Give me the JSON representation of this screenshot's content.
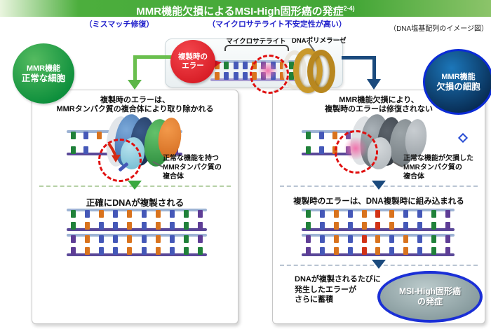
{
  "header": {
    "title": "MMR機能欠損によるMSI-High固形癌の発症",
    "ref": "2-4)"
  },
  "subtitles": {
    "mismatch": "（ミスマッチ修復）",
    "msi_high": "（マイクロサテライト不安定性が高い）",
    "dna_note": "（DNA塩基配列のイメージ図）"
  },
  "top_box": {
    "error_line1": "複製時の",
    "error_line2": "エラー",
    "microsatellite_label": "マイクロサテライト",
    "polymerase_label": "DNAポリメラーゼ"
  },
  "badges": {
    "normal_cell_line1": "MMR機能",
    "normal_cell_line2": "正常な細胞",
    "deficient_cell_line1": "MMR機能",
    "deficient_cell_line2": "欠損の細胞"
  },
  "left_panel": {
    "heading_line1": "複製時のエラーは、",
    "heading_line2": "MMRタンパク質の複合体により取り除かれる",
    "complex_label_line1": "正常な機能を持つ",
    "complex_label_line2": "MMRタンパク質の",
    "complex_label_line3": "複合体",
    "step2": "正確にDNAが複製される"
  },
  "right_panel": {
    "heading_line1": "MMR機能欠損により、",
    "heading_line2": "複製時のエラーは修復されない",
    "complex_label_line1": "正常な機能が欠損した",
    "complex_label_line2": "MMRタンパク質の",
    "complex_label_line3": "複合体",
    "step2": "複製時のエラーは、DNA複製時に組み込まれる",
    "accumulate_line1": "DNAが複製されるたびに",
    "accumulate_line2": "発生したエラーが",
    "accumulate_line3": "さらに蓄積",
    "outcome_line1": "MSI-High固形癌",
    "outcome_line2": "の発症"
  },
  "colors": {
    "header_green": "#45a637",
    "subtitle_blue": "#2222cc",
    "arrow_green": "#6abf4e",
    "arrow_navy": "#1b4a7d",
    "badge_green": "#0d8f3c",
    "badge_blue_border": "#0b2bd6",
    "error_red": "#d41320",
    "msi_border": "#1a2fd6"
  },
  "dna": {
    "palette": {
      "P": "#5e3d96",
      "B": "#4558b8",
      "O": "#d9731e",
      "G": "#20813a",
      "R": "#d23317",
      "M": "#7a4fa0",
      "T": "transparent",
      "RT": "#9db3d4",
      "RB": "#5a4898",
      "BT": "#aabdda",
      "BB": "#a79bd0"
    },
    "ladders": {
      "box": {
        "rails": [
          "BT",
          "BB"
        ],
        "rungs": [
          [
            "O",
            "O"
          ],
          [
            "G",
            "B"
          ],
          [
            "B",
            "B"
          ],
          [
            "B",
            "B"
          ],
          [
            "O",
            "O"
          ],
          [
            "M",
            "M"
          ],
          [
            "B",
            "B"
          ],
          [
            "O",
            "O"
          ],
          [
            "G",
            "G"
          ]
        ]
      },
      "leftIllus": {
        "rails": [
          "RT",
          "RB"
        ],
        "rungs": [
          [
            "G",
            "G"
          ],
          [
            "B",
            "B"
          ],
          [
            "O",
            "T"
          ],
          [
            "T",
            "T"
          ],
          [
            "B",
            "O"
          ],
          [
            "B",
            "B"
          ],
          [
            "O",
            "O"
          ],
          [
            "B",
            "B"
          ],
          [
            "G",
            "P"
          ]
        ]
      },
      "leftRep1": {
        "rails": [
          "RT",
          "RB"
        ],
        "rungs": [
          [
            "G",
            "G"
          ],
          [
            "B",
            "O"
          ],
          [
            "O",
            "B"
          ],
          [
            "B",
            "B"
          ],
          [
            "O",
            "O"
          ],
          [
            "B",
            "B"
          ],
          [
            "O",
            "O"
          ],
          [
            "B",
            "B"
          ],
          [
            "G",
            "G"
          ],
          [
            "P",
            "P"
          ]
        ]
      },
      "leftRep2": {
        "rails": [
          "RT",
          "RB"
        ],
        "rungs": [
          [
            "P",
            "P"
          ],
          [
            "O",
            "O"
          ],
          [
            "B",
            "B"
          ],
          [
            "B",
            "B"
          ],
          [
            "O",
            "O"
          ],
          [
            "B",
            "B"
          ],
          [
            "O",
            "O"
          ],
          [
            "B",
            "B"
          ],
          [
            "G",
            "G"
          ],
          [
            "P",
            "G"
          ]
        ]
      },
      "rightIllus": {
        "rails": [
          "RT",
          "RB"
        ],
        "rungs": [
          [
            "G",
            "G"
          ],
          [
            "B",
            "B"
          ],
          [
            "O",
            "O"
          ],
          [
            "M",
            "M"
          ],
          [
            "O",
            "O"
          ],
          [
            "B",
            "B"
          ],
          [
            "O",
            "O"
          ],
          [
            "G",
            "G"
          ],
          [
            "P",
            "P"
          ]
        ]
      },
      "rightRep1": {
        "rails": [
          "RT",
          "RB"
        ],
        "rungs": [
          [
            "G",
            "G"
          ],
          [
            "B",
            "B"
          ],
          [
            "O",
            "O"
          ],
          [
            "B",
            "B"
          ],
          [
            "O",
            "O"
          ],
          [
            "R",
            "R"
          ],
          [
            "O",
            "O"
          ],
          [
            "B",
            "B"
          ],
          [
            "B",
            "B"
          ],
          [
            "G",
            "G"
          ],
          [
            "P",
            "P"
          ]
        ]
      },
      "rightRep2": {
        "rails": [
          "RT",
          "RB"
        ],
        "rungs": [
          [
            "P",
            "P"
          ],
          [
            "B",
            "B"
          ],
          [
            "O",
            "O"
          ],
          [
            "B",
            "B"
          ],
          [
            "R",
            "R"
          ],
          [
            "O",
            "O"
          ],
          [
            "B",
            "B"
          ],
          [
            "O",
            "O"
          ],
          [
            "B",
            "B"
          ],
          [
            "G",
            "G"
          ],
          [
            "P",
            "P"
          ]
        ]
      }
    }
  }
}
